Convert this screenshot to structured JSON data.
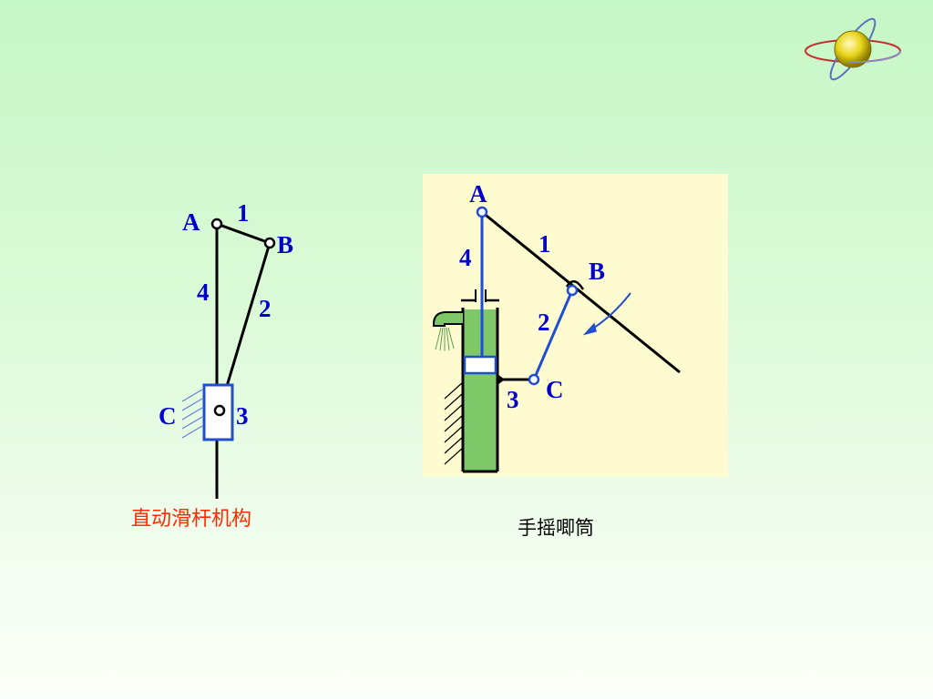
{
  "left_diagram": {
    "labels": {
      "A": "A",
      "B": "B",
      "C": "C",
      "n1": "1",
      "n2": "2",
      "n3": "3",
      "n4": "4"
    },
    "caption": "直动滑杆机构"
  },
  "right_diagram": {
    "labels": {
      "A": "A",
      "B": "B",
      "C": "C",
      "n1": "1",
      "n2": "2",
      "n3": "3",
      "n4": "4"
    },
    "caption": "手摇唧筒"
  },
  "colors": {
    "left_label_text": "#0000cc",
    "right_label_text": "#0000cc",
    "link_black": "#000000",
    "link_blue": "#1f4fd0",
    "panel_bg": "#fffbd0",
    "water_green": "#7ec86a",
    "caption_left": "#ff2a00",
    "caption_right": "#000000"
  },
  "logo_icon": "globe-orbit-icon"
}
